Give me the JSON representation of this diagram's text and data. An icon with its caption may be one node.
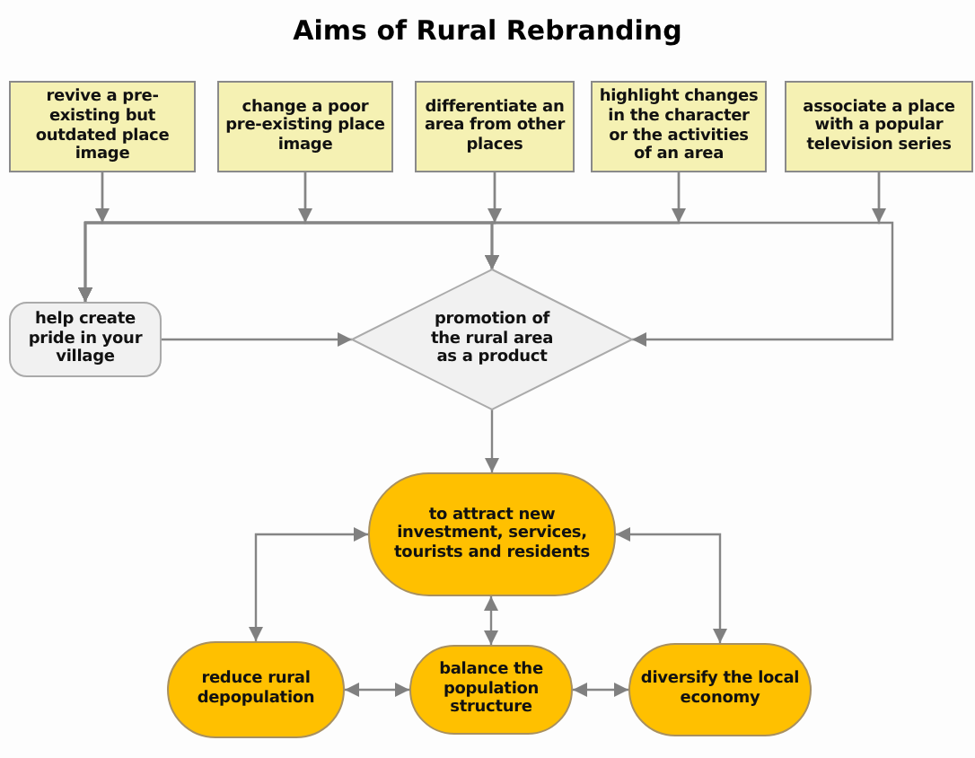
{
  "diagram": {
    "title": "Aims of Rural Rebranding",
    "nodes": [
      {
        "text": [
          "revive a pre-existing but outdated place image"
        ]
      },
      {
        "text": [
          "change a poor pre-existing place image"
        ]
      },
      {
        "text": [
          "differentiate an area from other places"
        ]
      },
      {
        "text": [
          "highlight changes in the character or the activities of an area"
        ]
      },
      {
        "text": [
          "associate a place with a popular television series"
        ]
      },
      {
        "text": [
          "help create pride in your village"
        ]
      },
      {
        "text": [
          "promotion of the rural area as a product"
        ]
      },
      {
        "text": [
          "to attract new investment, services, tourists and residents"
        ]
      },
      {
        "text": [
          "reduce rural depopulation"
        ]
      },
      {
        "text": [
          "balance the population structure"
        ]
      },
      {
        "text": [
          "diversify the local economy"
        ]
      }
    ],
    "edges": [
      {
        "from": 0,
        "to": 5,
        "arrow": "to"
      },
      {
        "from": 1,
        "to": 5,
        "arrow": "to"
      },
      {
        "from": 2,
        "to": 5,
        "arrow": "to"
      },
      {
        "from": 3,
        "to": 5,
        "arrow": "to"
      },
      {
        "from": 4,
        "to": 5,
        "arrow": "to"
      },
      {
        "from": 0,
        "to": 6,
        "arrow": "to"
      },
      {
        "from": 1,
        "to": 6,
        "arrow": "to"
      },
      {
        "from": 2,
        "to": 6,
        "arrow": "to"
      },
      {
        "from": 3,
        "to": 6,
        "arrow": "to"
      },
      {
        "from": 4,
        "to": 6,
        "arrow": "to"
      },
      {
        "from": 5,
        "to": 6,
        "arrow": "to"
      },
      {
        "from": 6,
        "to": 7,
        "arrow": "to"
      },
      {
        "from": 7,
        "to": 8,
        "arrow": "both"
      },
      {
        "from": 7,
        "to": 9,
        "arrow": "both"
      },
      {
        "from": 7,
        "to": 10,
        "arrow": "both"
      },
      {
        "from": 8,
        "to": 9,
        "arrow": "both"
      },
      {
        "from": 9,
        "to": 10,
        "arrow": "both"
      }
    ]
  }
}
